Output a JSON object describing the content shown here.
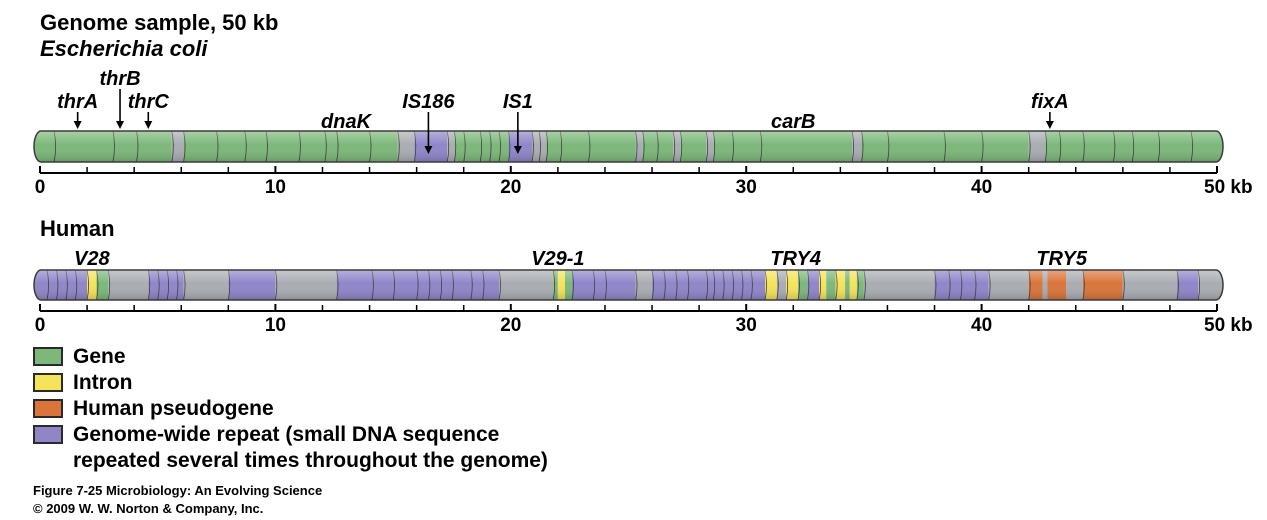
{
  "header": {
    "title": "Genome sample, 50 kb",
    "organism": "Escherichia coli"
  },
  "colors": {
    "gene": "#7cb87a",
    "intron": "#f5e35a",
    "pseudogene": "#d9753a",
    "repeat": "#8e86c9",
    "other": "#a9adb3"
  },
  "axis": {
    "ticks": [
      "0",
      "10",
      "20",
      "30",
      "40",
      "50 kb"
    ]
  },
  "ecoli": {
    "length_kb": 50,
    "labels": [
      {
        "text": "thrA",
        "pos": 1.6,
        "arrow": true
      },
      {
        "text": "thrB",
        "pos": 3.4,
        "arrow": true
      },
      {
        "text": "thrC",
        "pos": 4.6,
        "arrow": true
      },
      {
        "text": "dnaK",
        "pos": 13.0,
        "arrow": false
      },
      {
        "text": "IS186",
        "pos": 16.5,
        "arrow": true
      },
      {
        "text": "IS1",
        "pos": 20.3,
        "arrow": true
      },
      {
        "text": "carB",
        "pos": 32.0,
        "arrow": false
      },
      {
        "text": "fixA",
        "pos": 42.9,
        "arrow": true
      }
    ],
    "segments": [
      {
        "type": "gene",
        "start": 0,
        "end": 5.6
      },
      {
        "type": "other",
        "start": 5.6,
        "end": 6.1
      },
      {
        "type": "gene",
        "start": 6.1,
        "end": 15.2
      },
      {
        "type": "other",
        "start": 15.2,
        "end": 15.9
      },
      {
        "type": "repeat",
        "start": 15.9,
        "end": 17.3
      },
      {
        "type": "other",
        "start": 17.3,
        "end": 17.6
      },
      {
        "type": "gene",
        "start": 17.6,
        "end": 19.9
      },
      {
        "type": "repeat",
        "start": 19.9,
        "end": 20.9
      },
      {
        "type": "other",
        "start": 20.9,
        "end": 21.5
      },
      {
        "type": "gene",
        "start": 21.5,
        "end": 25.3
      },
      {
        "type": "other",
        "start": 25.3,
        "end": 25.6
      },
      {
        "type": "gene",
        "start": 25.6,
        "end": 26.9
      },
      {
        "type": "other",
        "start": 26.9,
        "end": 27.2
      },
      {
        "type": "gene",
        "start": 27.2,
        "end": 28.3
      },
      {
        "type": "other",
        "start": 28.3,
        "end": 28.6
      },
      {
        "type": "gene",
        "start": 28.6,
        "end": 34.5
      },
      {
        "type": "other",
        "start": 34.5,
        "end": 34.9
      },
      {
        "type": "gene",
        "start": 34.9,
        "end": 42.0
      },
      {
        "type": "other",
        "start": 42.0,
        "end": 42.7
      },
      {
        "type": "gene",
        "start": 42.7,
        "end": 50
      }
    ],
    "dividers": [
      0.6,
      3.1,
      4.1,
      5.6,
      6.1,
      7.5,
      8.7,
      9.6,
      11.0,
      12.1,
      12.6,
      14.0,
      15.2,
      15.9,
      17.3,
      17.6,
      18.0,
      18.7,
      19.1,
      19.5,
      19.9,
      20.9,
      21.2,
      21.5,
      22.1,
      23.3,
      25.3,
      25.6,
      26.2,
      26.9,
      27.2,
      28.3,
      28.6,
      29.4,
      30.6,
      34.5,
      34.9,
      36.0,
      38.4,
      40.0,
      42.0,
      42.7,
      43.3,
      44.3,
      45.6,
      46.4,
      47.5,
      48.9
    ]
  },
  "human": {
    "title": "Human",
    "length_kb": 50,
    "labels": [
      {
        "text": "V28",
        "pos": 2.2
      },
      {
        "text": "V29-1",
        "pos": 22.0
      },
      {
        "text": "TRY4",
        "pos": 32.1
      },
      {
        "text": "TRY5",
        "pos": 43.4
      }
    ],
    "segments": [
      {
        "type": "repeat",
        "start": 0,
        "end": 2.0
      },
      {
        "type": "intron",
        "start": 2.0,
        "end": 2.4
      },
      {
        "type": "gene",
        "start": 2.4,
        "end": 2.9
      },
      {
        "type": "other",
        "start": 2.9,
        "end": 4.6
      },
      {
        "type": "repeat",
        "start": 4.6,
        "end": 6.1
      },
      {
        "type": "other",
        "start": 6.1,
        "end": 8.0
      },
      {
        "type": "repeat",
        "start": 8.0,
        "end": 10.0
      },
      {
        "type": "other",
        "start": 10.0,
        "end": 12.6
      },
      {
        "type": "repeat",
        "start": 12.6,
        "end": 19.5
      },
      {
        "type": "other",
        "start": 19.5,
        "end": 21.8
      },
      {
        "type": "gene",
        "start": 21.8,
        "end": 22.0
      },
      {
        "type": "intron",
        "start": 22.0,
        "end": 22.3
      },
      {
        "type": "gene",
        "start": 22.3,
        "end": 22.6
      },
      {
        "type": "repeat",
        "start": 22.6,
        "end": 25.3
      },
      {
        "type": "other",
        "start": 25.3,
        "end": 26.0
      },
      {
        "type": "repeat",
        "start": 26.0,
        "end": 30.8
      },
      {
        "type": "intron",
        "start": 30.8,
        "end": 31.3
      },
      {
        "type": "other",
        "start": 31.3,
        "end": 31.7
      },
      {
        "type": "intron",
        "start": 31.7,
        "end": 32.2
      },
      {
        "type": "gene",
        "start": 32.2,
        "end": 32.6
      },
      {
        "type": "repeat",
        "start": 32.6,
        "end": 33.1
      },
      {
        "type": "intron",
        "start": 33.1,
        "end": 33.4
      },
      {
        "type": "gene",
        "start": 33.4,
        "end": 33.8
      },
      {
        "type": "intron",
        "start": 33.8,
        "end": 34.2
      },
      {
        "type": "gene",
        "start": 34.2,
        "end": 34.4
      },
      {
        "type": "intron",
        "start": 34.4,
        "end": 34.7
      },
      {
        "type": "gene",
        "start": 34.7,
        "end": 35.0
      },
      {
        "type": "other",
        "start": 35.0,
        "end": 38.0
      },
      {
        "type": "repeat",
        "start": 38.0,
        "end": 40.3
      },
      {
        "type": "other",
        "start": 40.3,
        "end": 42.0
      },
      {
        "type": "pseudogene",
        "start": 42.0,
        "end": 42.6
      },
      {
        "type": "other",
        "start": 42.6,
        "end": 42.8
      },
      {
        "type": "pseudogene",
        "start": 42.8,
        "end": 43.6
      },
      {
        "type": "other",
        "start": 43.6,
        "end": 44.3
      },
      {
        "type": "pseudogene",
        "start": 44.3,
        "end": 46.0
      },
      {
        "type": "other",
        "start": 46.0,
        "end": 48.3
      },
      {
        "type": "repeat",
        "start": 48.3,
        "end": 49.2
      },
      {
        "type": "other",
        "start": 49.2,
        "end": 50
      }
    ],
    "dividers": [
      0.3,
      0.7,
      1.1,
      1.5,
      2.0,
      2.4,
      2.9,
      4.6,
      5.0,
      5.4,
      5.8,
      6.1,
      8.0,
      10.0,
      12.6,
      14.1,
      15.0,
      16.0,
      16.5,
      17.0,
      17.5,
      18.3,
      18.8,
      19.5,
      21.8,
      22.6,
      23.5,
      24.0,
      25.3,
      26.0,
      26.5,
      27.0,
      27.5,
      28.3,
      28.6,
      29.0,
      29.4,
      29.8,
      30.2,
      30.8,
      31.3,
      31.7,
      32.2,
      32.6,
      33.1,
      33.8,
      34.7,
      35.0,
      38.0,
      38.6,
      39.1,
      39.7,
      40.3,
      42.0,
      44.3,
      46.0,
      48.3,
      49.2
    ]
  },
  "legend": [
    {
      "key": "gene",
      "label": "Gene"
    },
    {
      "key": "intron",
      "label": "Intron"
    },
    {
      "key": "pseudogene",
      "label": "Human pseudogene"
    },
    {
      "key": "repeat",
      "label": "Genome-wide repeat (small DNA sequence",
      "label2": "repeated several times throughout the genome)"
    }
  ],
  "caption": {
    "line1": "Figure 7-25  Microbiology: An Evolving Science",
    "line2": "© 2009 W. W. Norton & Company, Inc."
  }
}
